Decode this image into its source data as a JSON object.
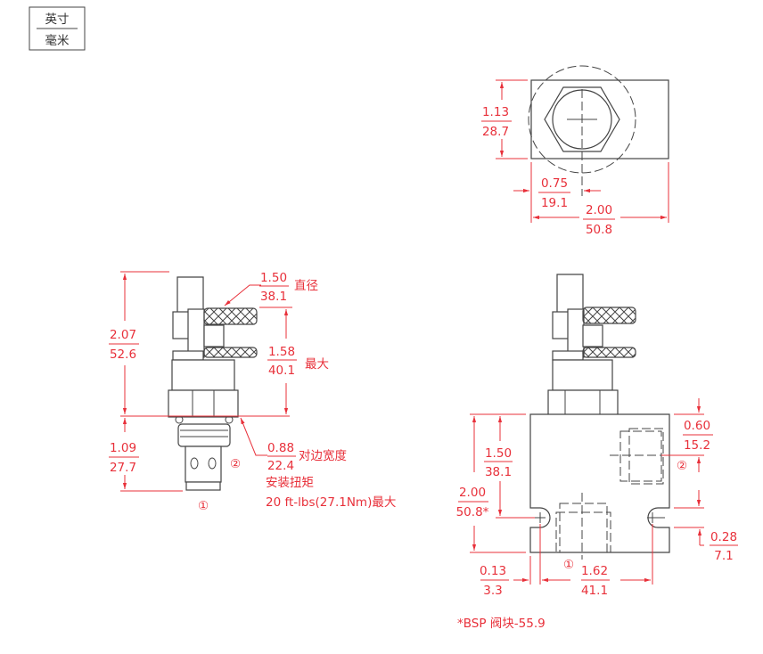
{
  "units_legend": {
    "top": "英寸",
    "bottom": "毫米"
  },
  "top_view": {
    "height": {
      "in": "1.13",
      "mm": "28.7"
    },
    "offset": {
      "in": "0.75",
      "mm": "19.1"
    },
    "width": {
      "in": "2.00",
      "mm": "50.8"
    }
  },
  "side_view": {
    "knob_diameter": {
      "in": "1.50",
      "mm": "38.1",
      "label": "直径"
    },
    "knob_height": {
      "in": "1.58",
      "mm": "40.1",
      "label": "最大"
    },
    "total_height": {
      "in": "2.07",
      "mm": "52.6"
    },
    "cartridge_depth": {
      "in": "1.09",
      "mm": "27.7"
    },
    "hex": {
      "in": "0.88",
      "mm": "22.4",
      "label": "对边宽度"
    },
    "torque_label": "安装扭矩",
    "torque_value": "20 ft-lbs(27.1Nm)最大",
    "port1": "①",
    "port2": "②"
  },
  "block_view": {
    "block_height": {
      "in": "2.00",
      "mm": "50.8*"
    },
    "port1_height": {
      "in": "1.50",
      "mm": "38.1"
    },
    "port2_offset": {
      "in": "0.60",
      "mm": "15.2"
    },
    "slot_offset": {
      "in": "0.28",
      "mm": "7.1"
    },
    "edge_offset": {
      "in": "0.13",
      "mm": "3.3"
    },
    "hole_spacing": {
      "in": "1.62",
      "mm": "41.1"
    },
    "port1": "①",
    "port2": "②",
    "footnote": "*BSP 阀块-55.9"
  }
}
